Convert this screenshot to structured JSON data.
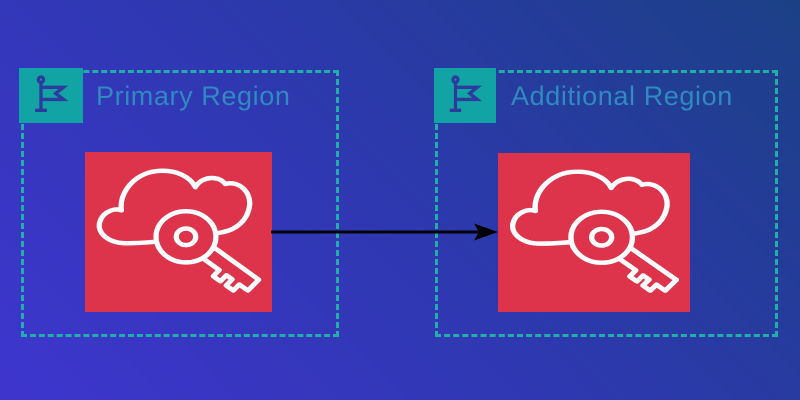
{
  "diagram": {
    "regions": [
      {
        "label": "Primary Region",
        "marker": "flag",
        "icon": "aws-kms-cloud-key"
      },
      {
        "label": "Additional Region",
        "marker": "flag",
        "icon": "aws-kms-cloud-key"
      }
    ],
    "connections": [
      {
        "from": "Primary Region",
        "to": "Additional Region",
        "type": "arrow",
        "direction": "left-to-right"
      }
    ]
  },
  "colors": {
    "background_gradient_start": "#3E35CE",
    "background_gradient_end": "#1C4086",
    "region_border": "#1FAEA9",
    "region_label_text": "#2E8ABF",
    "flag_badge_background": "#12A4A4",
    "flag_glyph": "#2D3A9E",
    "service_icon_background": "#DD344C",
    "service_icon_glyph": "#FFFFFF",
    "arrow": "#000000"
  },
  "icons": {
    "marker": "region-flag-icon",
    "service": "kms-cloud-key-icon"
  }
}
